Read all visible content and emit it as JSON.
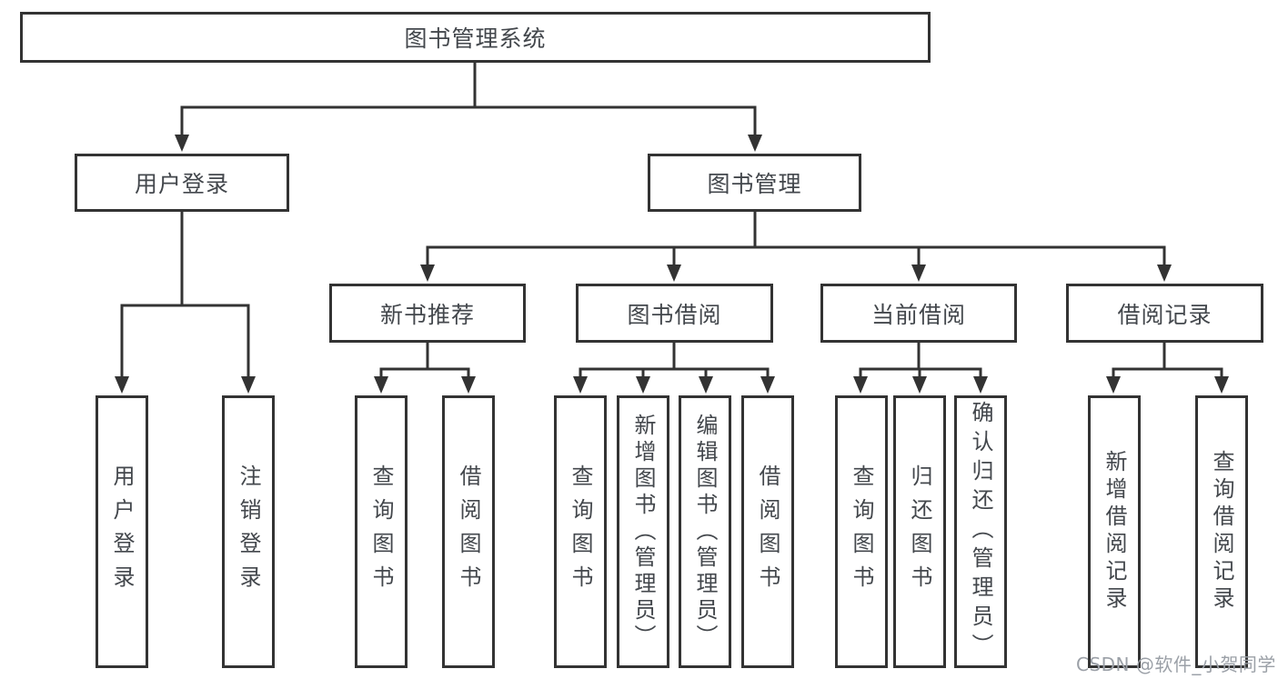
{
  "diagram": {
    "title": "图书管理系统",
    "root": {
      "label": "图书管理系统"
    },
    "branches": {
      "user_login": {
        "label": "用户登录",
        "children": [
          {
            "label": "用户登录"
          },
          {
            "label": "注销登录"
          }
        ]
      },
      "book_management": {
        "label": "图书管理",
        "groups": {
          "new_books": {
            "label": "新书推荐",
            "children": [
              {
                "label": "查询图书"
              },
              {
                "label": "借阅图书"
              }
            ]
          },
          "book_borrow": {
            "label": "图书借阅",
            "children": [
              {
                "label": "查询图书"
              },
              {
                "label": "新增图书（管理员）"
              },
              {
                "label": "编辑图书（管理员）"
              },
              {
                "label": "借阅图书"
              }
            ]
          },
          "current_borrow": {
            "label": "当前借阅",
            "children": [
              {
                "label": "查询图书"
              },
              {
                "label": "归还图书"
              },
              {
                "label": "确认归还（管理员）"
              }
            ]
          },
          "borrow_records": {
            "label": "借阅记录",
            "children": [
              {
                "label": "新增借阅记录"
              },
              {
                "label": "查询借阅记录"
              }
            ]
          }
        }
      }
    }
  },
  "watermark": {
    "text": "CSDN @软件_小贺同学"
  },
  "colors": {
    "line": "#333333",
    "box_border": "#333333",
    "box_fill": "#ffffff",
    "text": "#43474c",
    "watermark": "#9ba0a7"
  }
}
